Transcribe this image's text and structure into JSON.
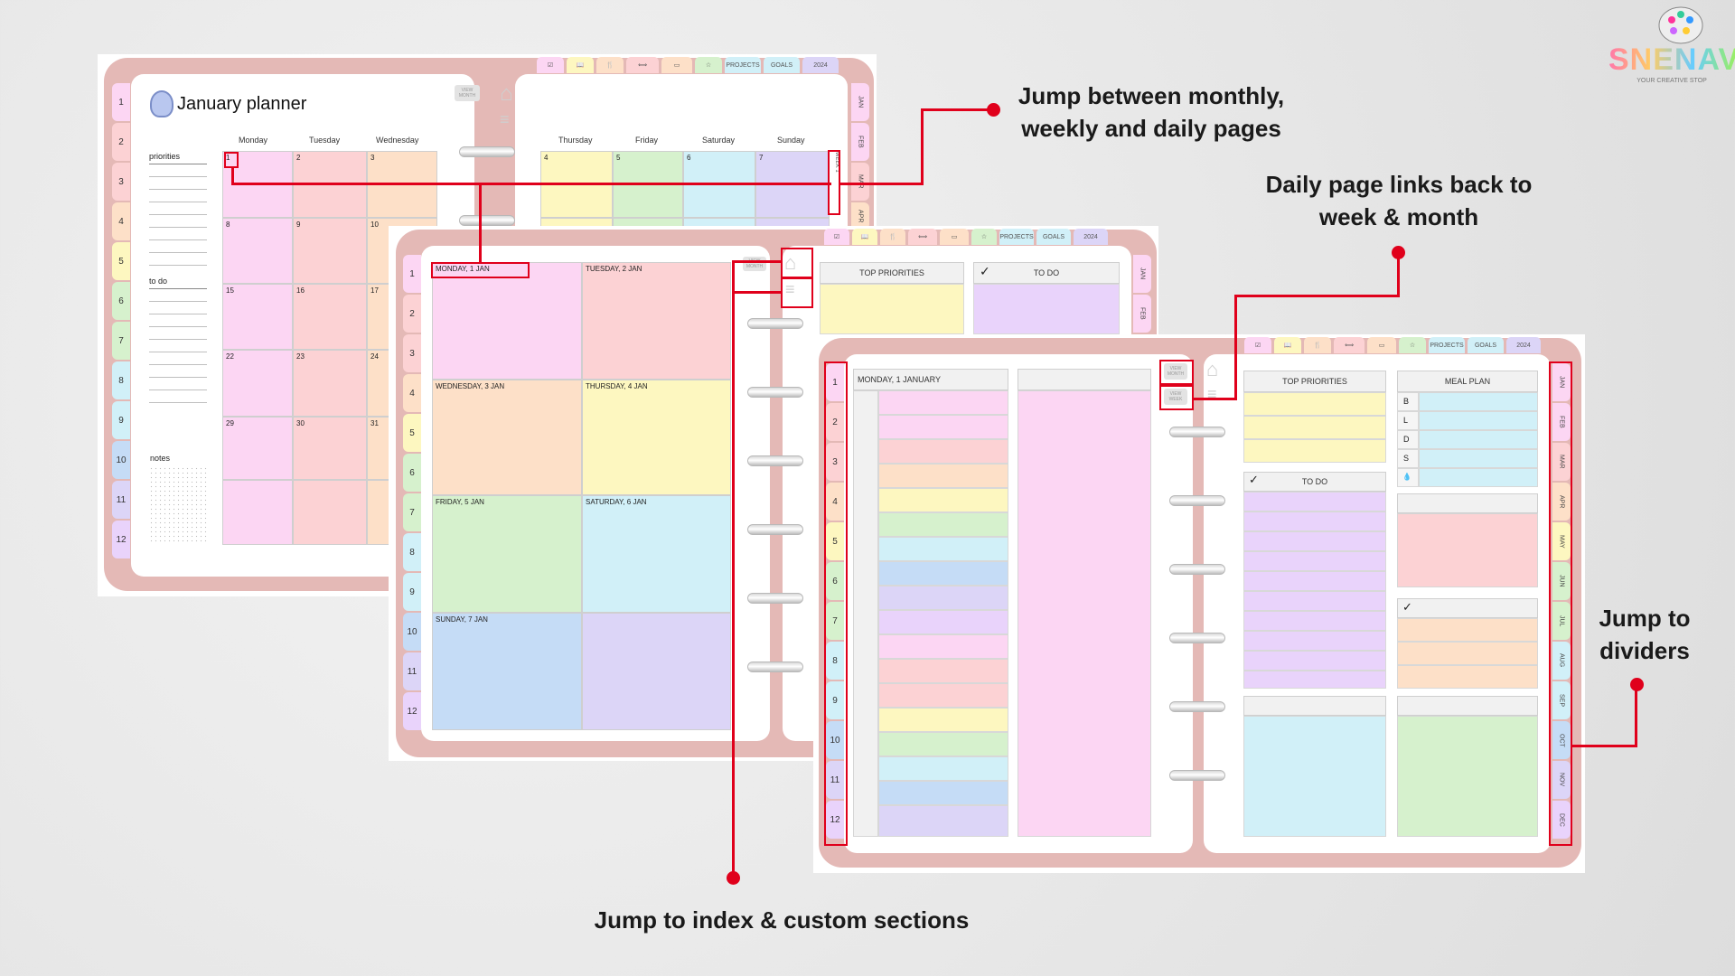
{
  "logo": {
    "brand": "SNENAV",
    "tagline": "YOUR CREATIVE STOP"
  },
  "callouts": {
    "nav": "Jump between monthly,\nweekly and daily pages",
    "daily": "Daily page links back to\nweek & month",
    "dividers": "Jump to\ndividers",
    "index": "Jump to index & custom sections"
  },
  "top_tabs": [
    "PROJECTS",
    "GOALS",
    "2024"
  ],
  "months": [
    "JAN",
    "FEB",
    "MAR",
    "APR",
    "MAY",
    "JUN",
    "JUL",
    "AUG",
    "SEP",
    "OCT",
    "NOV",
    "DEC"
  ],
  "numbers": [
    "1",
    "2",
    "3",
    "4",
    "5",
    "6",
    "7",
    "8",
    "9",
    "10",
    "11",
    "12"
  ],
  "colors": {
    "pink": "#fcd6f3",
    "rose": "#fcd2d4",
    "peach": "#fde0c8",
    "yellow": "#fdf7c0",
    "green": "#d6f1cd",
    "cyan": "#d1f0f8",
    "blue": "#c5dcf6",
    "lavender": "#dcd5f7",
    "purple": "#e9d3fb",
    "accent": "#e0001b",
    "shell": "#e4b9b6"
  },
  "monthly": {
    "title": "January planner",
    "weekdays_left": [
      "Monday",
      "Tuesday",
      "Wednesday"
    ],
    "weekdays_right": [
      "Thursday",
      "Friday",
      "Saturday",
      "Sunday"
    ],
    "side_labels": {
      "priorities": "priorities",
      "todo": "to do",
      "notes": "notes"
    },
    "dates_left": [
      [
        "1",
        "2",
        "3"
      ],
      [
        "8",
        "9",
        "10"
      ],
      [
        "15",
        "16",
        "17"
      ],
      [
        "22",
        "23",
        "24"
      ],
      [
        "29",
        "30",
        "31"
      ]
    ],
    "dates_right": [
      "4",
      "5",
      "6",
      "7"
    ],
    "week_label": "WEEK 1",
    "view_btn": "VIEW MONTH"
  },
  "weekly": {
    "days": [
      "MONDAY, 1 JAN",
      "TUESDAY, 2 JAN",
      "WEDNESDAY, 3 JAN",
      "THURSDAY, 4 JAN",
      "FRIDAY, 5 JAN",
      "SATURDAY, 6 JAN",
      "SUNDAY, 7 JAN"
    ],
    "top_priorities": "TOP PRIORITIES",
    "todo": "TO DO",
    "view_btn": "VIEW MONTH"
  },
  "daily": {
    "date": "MONDAY, 1 JANUARY",
    "top_priorities": "TOP PRIORITIES",
    "meal_plan": "MEAL PLAN",
    "meals": [
      "B",
      "L",
      "D",
      "S",
      "💧"
    ],
    "todo": "TO DO",
    "view_month": "VIEW MONTH",
    "view_week": "VIEW WEEK"
  }
}
